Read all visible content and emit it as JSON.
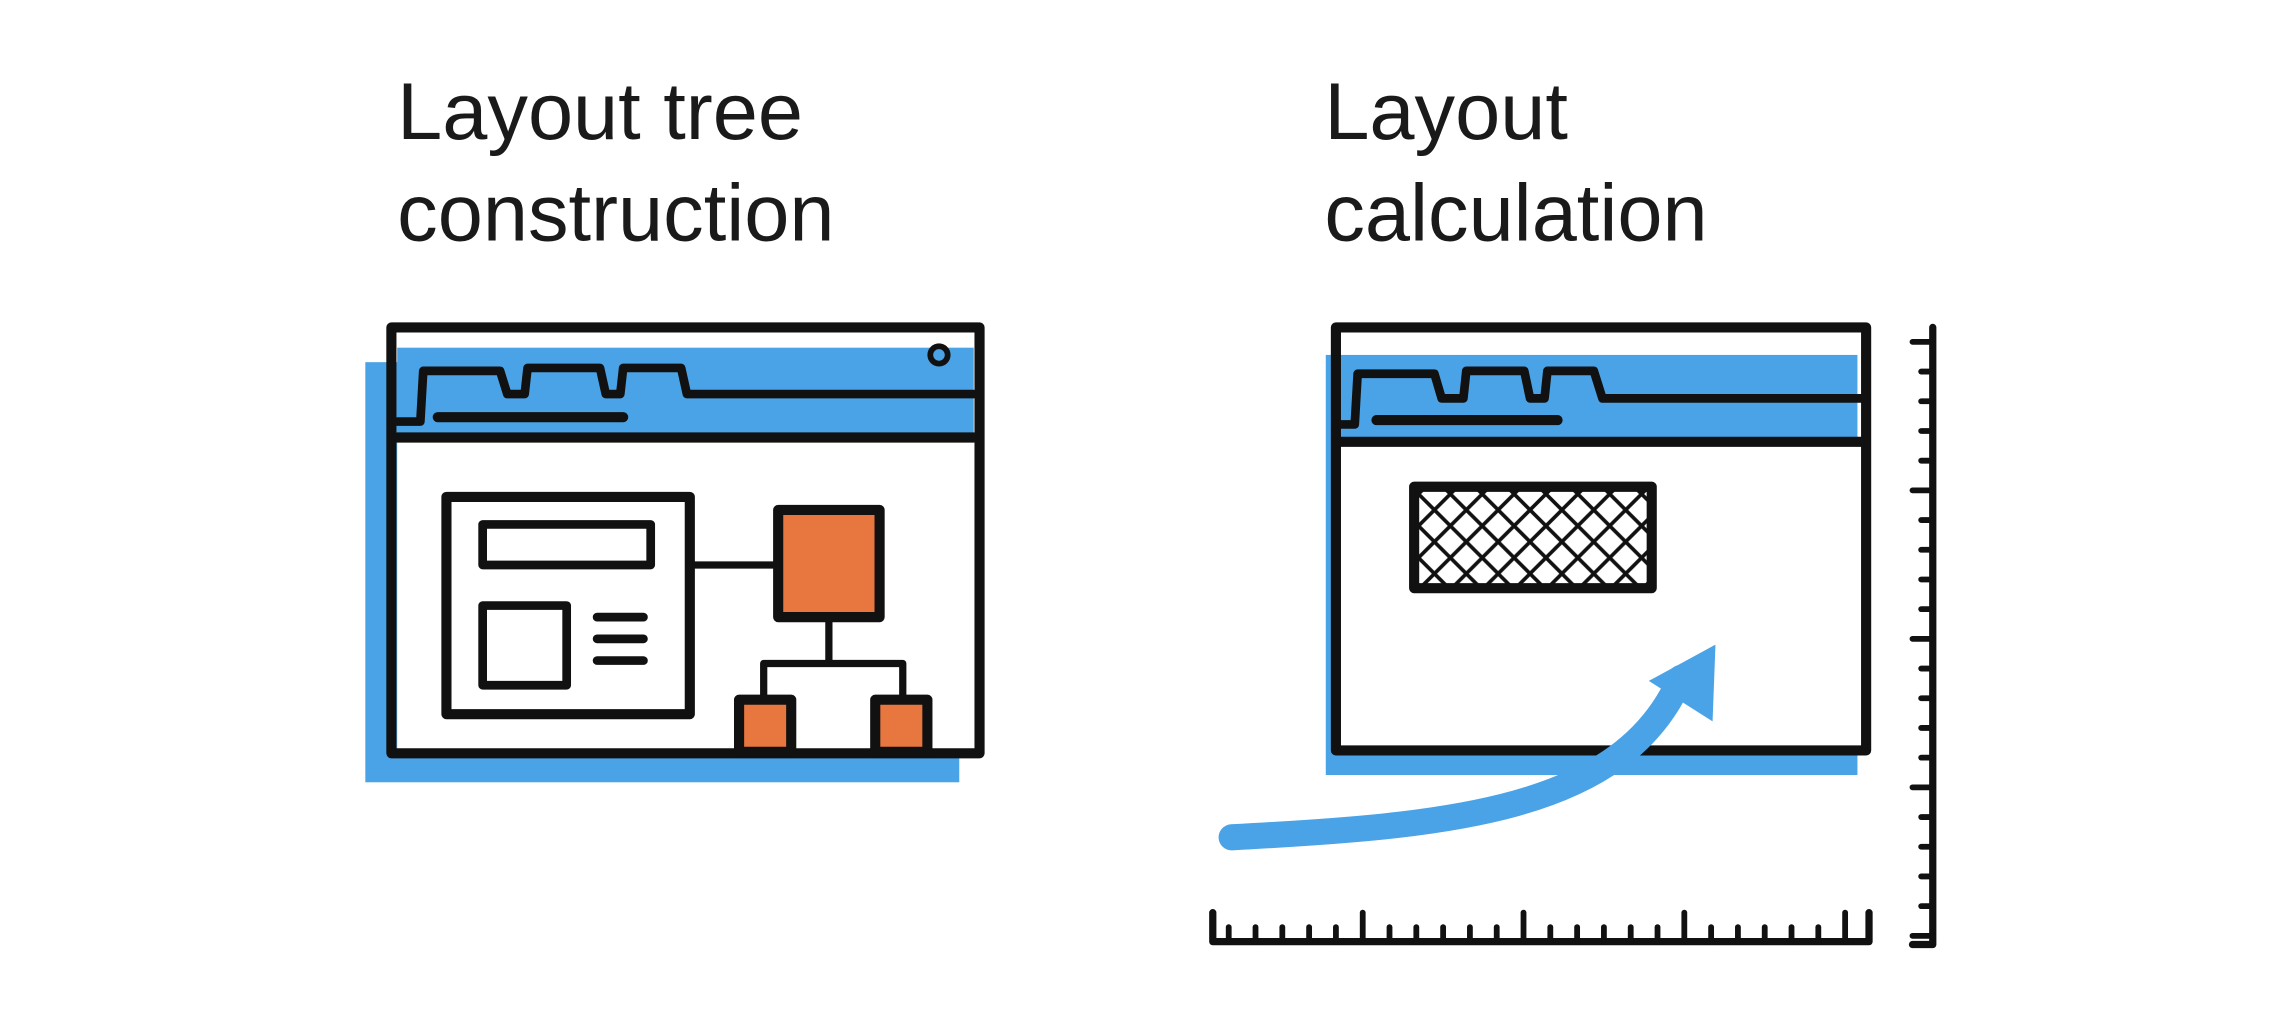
{
  "panels": [
    {
      "title_lines": [
        "Layout tree",
        "construction"
      ]
    },
    {
      "title_lines": [
        "Layout",
        "calculation"
      ]
    }
  ],
  "colors": {
    "ink": "#111111",
    "blue": "#4aa3e6",
    "orange": "#e8773f",
    "background": "#ffffff"
  },
  "icons": [
    "browser-window-icon",
    "tree-diagram-icon",
    "hatched-box-icon",
    "arrow-icon",
    "ruler-icon"
  ]
}
